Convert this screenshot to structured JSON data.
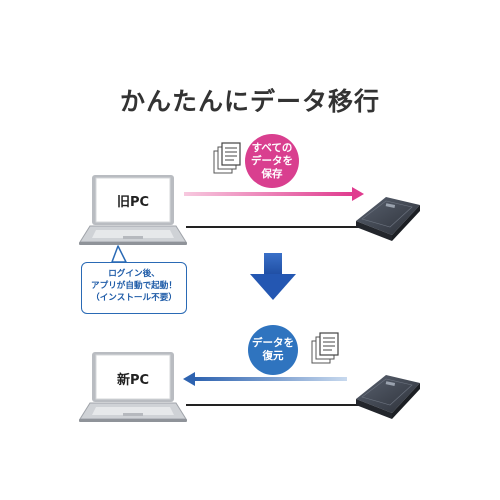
{
  "title": "かんたんにデータ移行",
  "old_pc": {
    "label": "旧PC"
  },
  "new_pc": {
    "label": "新PC"
  },
  "save_bubble": {
    "lines": [
      "すべての",
      "データを",
      "保存"
    ],
    "color": "#d93f8f"
  },
  "restore_bubble": {
    "lines": [
      "データを",
      "復元"
    ],
    "color": "#2f74bf"
  },
  "callout": {
    "lines": [
      "ログイン後、",
      "アプリが自動で起動！",
      "（インストール不要）"
    ]
  },
  "colors": {
    "save_arrow": "#e03c8f",
    "restore_arrow": "#2e63b0",
    "down_arrow": "#2457b2"
  },
  "icons": [
    "documents-icon",
    "laptop-icon",
    "external-drive-icon",
    "down-arrow-icon"
  ]
}
